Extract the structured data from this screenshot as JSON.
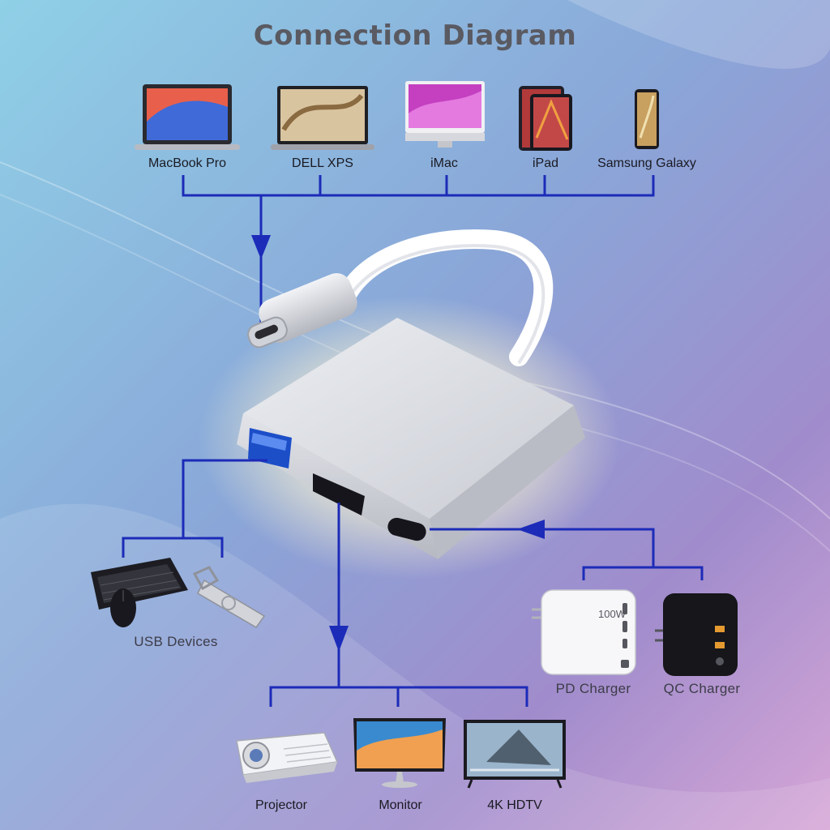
{
  "title": "Connection Diagram",
  "source_devices": [
    {
      "label": "MacBook Pro",
      "icon": "laptop-icon"
    },
    {
      "label": "DELL XPS",
      "icon": "laptop-icon"
    },
    {
      "label": "iMac",
      "icon": "desktop-computer-icon"
    },
    {
      "label": "iPad",
      "icon": "tablet-icon"
    },
    {
      "label": "Samsung Galaxy",
      "icon": "smartphone-icon"
    }
  ],
  "usb_devices": {
    "label": "USB Devices",
    "icons": [
      "keyboard-icon",
      "mouse-icon",
      "usb-flash-drive-icon"
    ]
  },
  "chargers": [
    {
      "label": "PD Charger",
      "icon": "charger-icon",
      "marking": "100W"
    },
    {
      "label": "QC Charger",
      "icon": "charger-icon"
    }
  ],
  "displays": [
    {
      "label": "Projector",
      "icon": "projector-icon"
    },
    {
      "label": "Monitor",
      "icon": "monitor-icon"
    },
    {
      "label": "4K HDTV",
      "icon": "tv-icon"
    }
  ],
  "colors": {
    "connector_line": "#1c2bb8",
    "title": "#5a5a62",
    "hub_body": "#d4d6dc"
  }
}
